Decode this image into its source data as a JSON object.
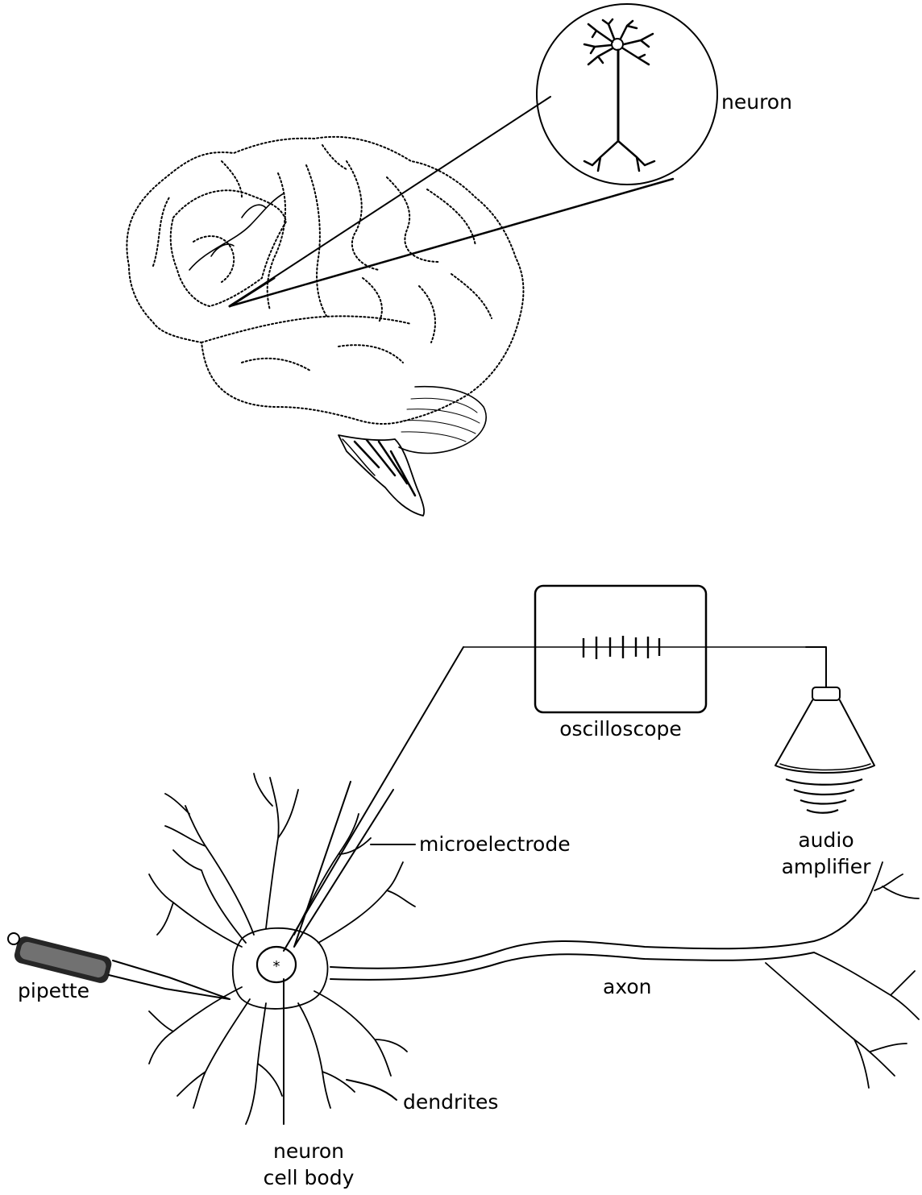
{
  "labels": {
    "neuron": "neuron",
    "oscilloscope": "oscilloscope",
    "audio_line1": "audio",
    "audio_line2": "amplifier",
    "microelectrode": "microelectrode",
    "pipette": "pipette",
    "axon": "axon",
    "dendrites": "dendrites",
    "cell_body_line1": "neuron",
    "cell_body_line2": "cell body"
  }
}
